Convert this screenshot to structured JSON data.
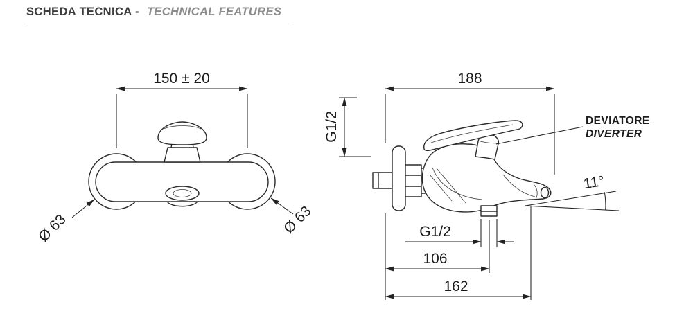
{
  "header": {
    "title": "SCHEDA TECNICA -",
    "subtitle": "TECHNICAL FEATURES"
  },
  "front_view": {
    "width_dim": "150 ± 20",
    "flange_left_dia": "Ø 63",
    "flange_right_dia": "Ø 63"
  },
  "side_view": {
    "depth_dim": "188",
    "inlet_thread": "G1/2",
    "diverter_label_it": "DEVIATORE",
    "diverter_label_en": "DIVERTER",
    "spout_angle": "11°",
    "outlet_thread": "G1/2",
    "outlet_distance": "106",
    "spout_reach": "162"
  },
  "colors": {
    "line": "#2a2a2a",
    "header_main": "#3d3d3d",
    "header_sub": "#8d8d8d"
  }
}
